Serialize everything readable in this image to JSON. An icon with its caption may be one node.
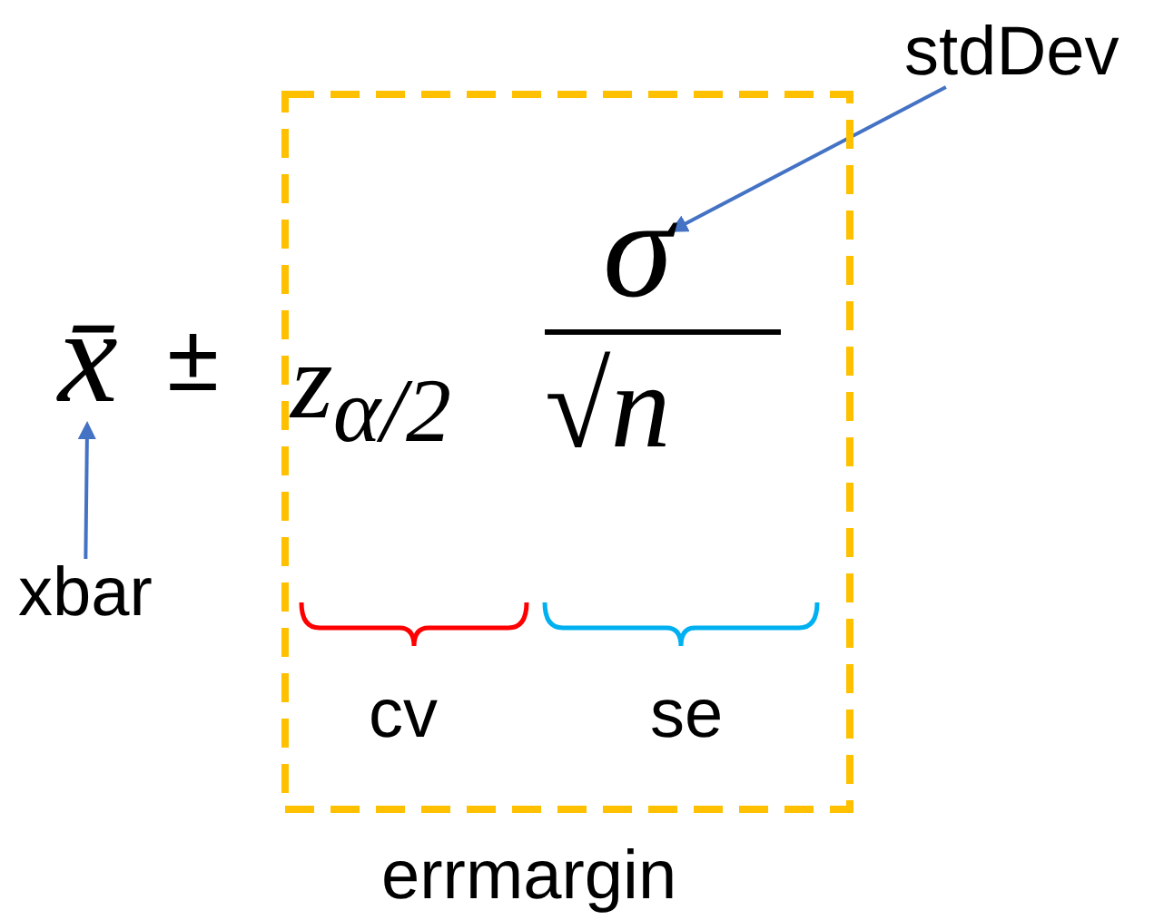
{
  "diagram": {
    "nodes": [
      {
        "text": [
          "errmargin"
        ]
      },
      {
        "text": [
          "stdDev"
        ]
      },
      {
        "text": [
          "σ"
        ],
        "in": 0
      },
      {
        "text": [
          "x̄"
        ]
      },
      {
        "text": [
          "xbar"
        ]
      }
    ],
    "edges": [
      {
        "from": 1,
        "to": 2,
        "arrow": "to"
      },
      {
        "from": 4,
        "to": 3,
        "arrow": "to"
      }
    ],
    "labels": [
      "±",
      "z$_{α/2}$",
      "√*n*",
      "cv",
      "se"
    ]
  }
}
